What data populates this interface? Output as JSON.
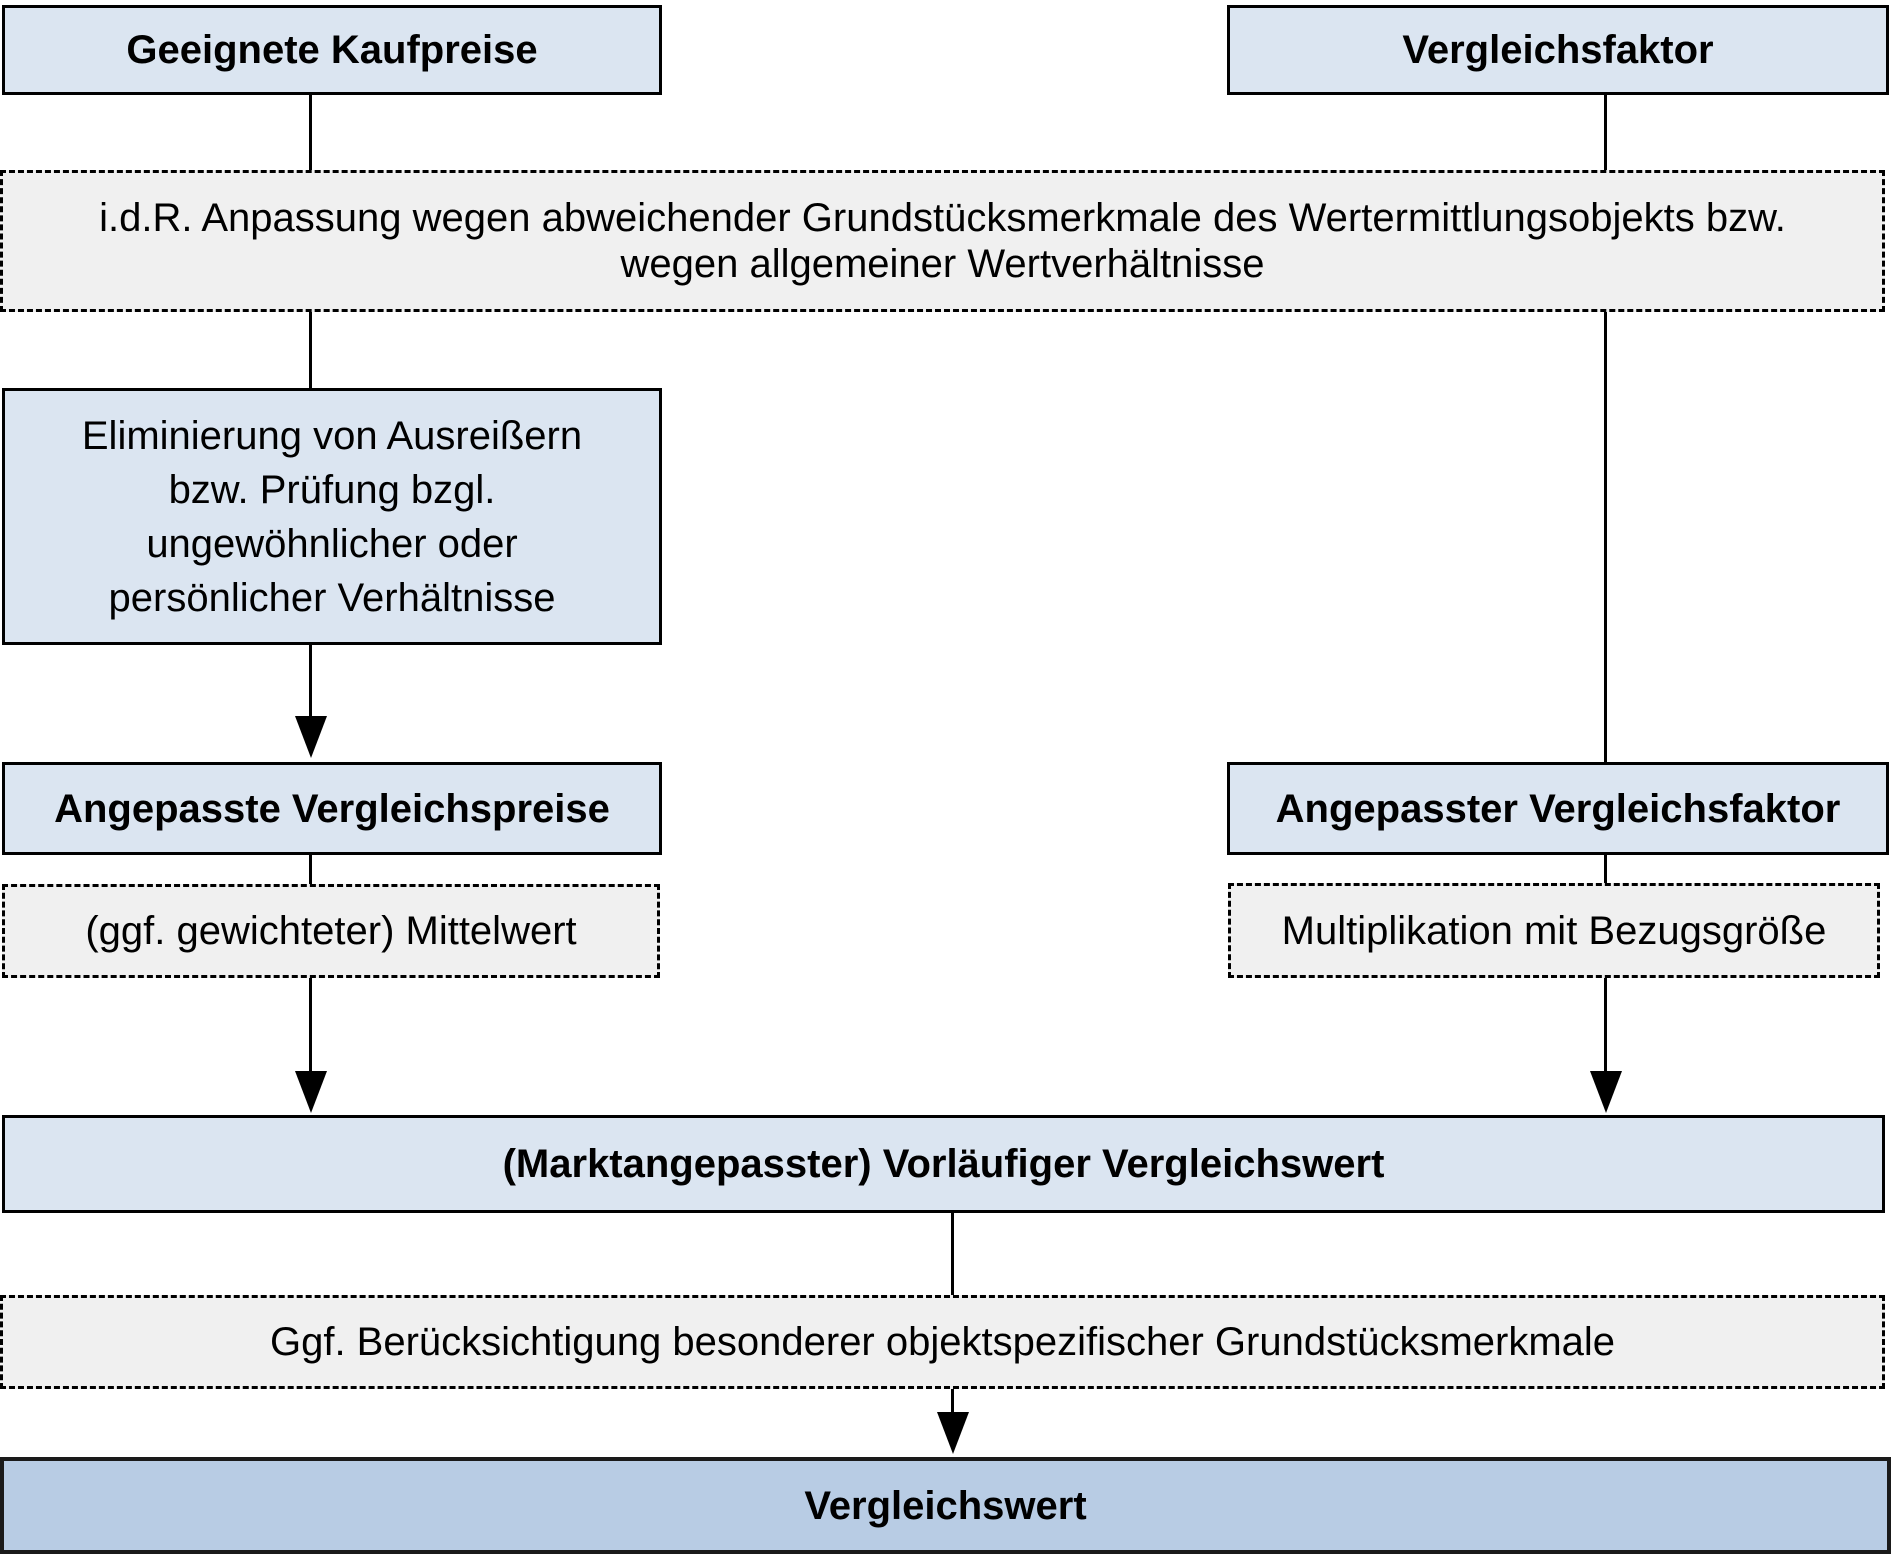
{
  "diagram": {
    "type": "flowchart",
    "language": "de",
    "colors": {
      "box_fill_light_blue": "#dbe5f1",
      "box_fill_dark_blue": "#b8cce4",
      "dashed_box_fill_gray": "#f0f0f0",
      "border_and_text": "#000000",
      "background": "#ffffff"
    },
    "boxes": {
      "geeignete_kaufpreise": {
        "label": "Geeignete Kaufpreise",
        "style": "solid-blue bold"
      },
      "vergleichsfaktor": {
        "label": "Vergleichsfaktor",
        "style": "solid-blue bold"
      },
      "anpassung": {
        "line1": "i.d.R. Anpassung wegen abweichender Grundstücksmerkmale des Wertermittlungsobjekts bzw.",
        "line2": "wegen allgemeiner Wertverhältnisse",
        "style": "dashed-gray"
      },
      "eliminierung": {
        "line1": "Eliminierung von Ausreißern",
        "line2": "bzw. Prüfung bzgl.",
        "line3": "ungewöhnlicher oder",
        "line4": "persönlicher Verhältnisse",
        "style": "solid-blue"
      },
      "angepasste_vergleichspreise": {
        "label": "Angepasste Vergleichspreise",
        "style": "solid-blue bold"
      },
      "mittelwert": {
        "label": "(ggf. gewichteter) Mittelwert",
        "style": "dashed-gray"
      },
      "angepasster_vergleichsfaktor": {
        "label": "Angepasster Vergleichsfaktor",
        "style": "solid-blue bold"
      },
      "multiplikation": {
        "label": "Multiplikation mit Bezugsgröße",
        "style": "dashed-gray"
      },
      "vorlaeufiger_vergleichswert": {
        "label": "(Marktangepasster) Vorläufiger Vergleichswert",
        "style": "solid-blue bold"
      },
      "beruecksichtigung": {
        "label": "Ggf. Berücksichtigung besonderer objektspezifischer Grundstücksmerkmale",
        "style": "dashed-gray"
      },
      "vergleichswert": {
        "label": "Vergleichswert",
        "style": "dark-blue bold"
      }
    },
    "flows": [
      "Geeignete Kaufpreise -> Anpassung (line)",
      "Vergleichsfaktor -> Anpassung (line)",
      "Anpassung -> Eliminierung (line)",
      "Eliminierung -> Angepasste Vergleichspreise (arrow)",
      "Angepasste Vergleichspreise -> Mittelwert (line)",
      "Mittelwert -> Vorläufiger Vergleichswert (arrow)",
      "Anpassung -> Angepasster Vergleichsfaktor (line)",
      "Angepasster Vergleichsfaktor -> Multiplikation (line)",
      "Multiplikation -> Vorläufiger Vergleichswert (arrow)",
      "Vorläufiger Vergleichswert -> Berücksichtigung (line)",
      "Berücksichtigung -> Vergleichswert (arrow)"
    ]
  }
}
